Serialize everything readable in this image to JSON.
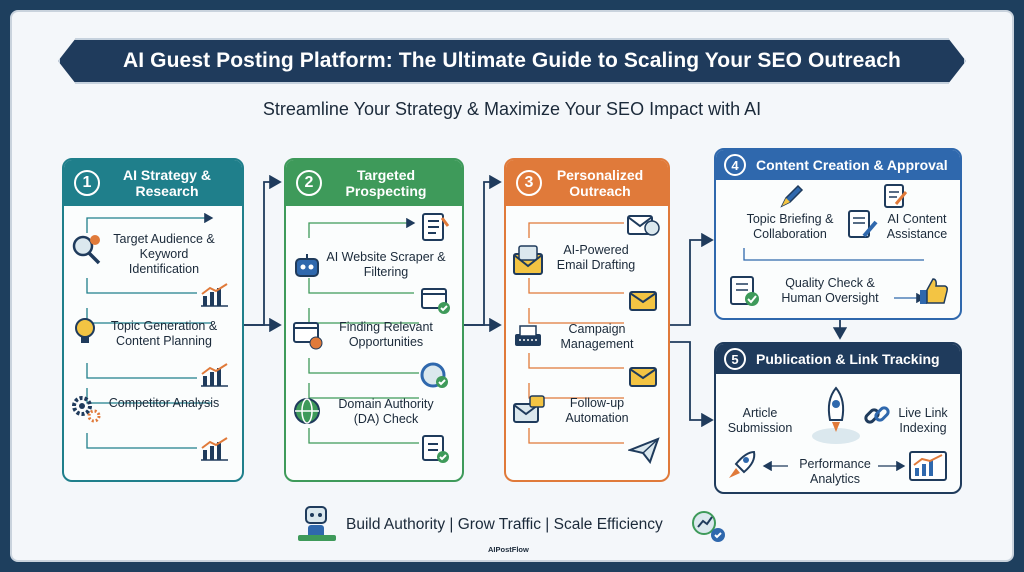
{
  "title": "AI Guest Posting Platform:  The Ultimate Guide to Scaling Your SEO Outreach",
  "subtitle": "Streamline Your Strategy & Maximize Your SEO Impact with AI",
  "steps": [
    {
      "num": "1",
      "title": "AI Strategy & Research",
      "color": "#1f7f8b",
      "items": [
        "Target Audience & Keyword Identification",
        "Topic Generation & Content Planning",
        "Competitor Analysis"
      ]
    },
    {
      "num": "2",
      "title": "Targeted Prospecting",
      "color": "#3e9a5a",
      "items": [
        "AI Website Scraper & Filtering",
        "Finding Relevant Opportunities",
        "Domain Authority (DA) Check"
      ]
    },
    {
      "num": "3",
      "title": "Personalized Outreach",
      "color": "#e07a3a",
      "items": [
        "AI-Powered Email Drafting",
        "Campaign Management",
        "Follow-up Automation"
      ]
    },
    {
      "num": "4",
      "title": "Content Creation & Approval",
      "color": "#2f68ad",
      "items": [
        "Topic Briefing & Collaboration",
        "AI Content Assistance",
        "Quality Check & Human Oversight"
      ]
    },
    {
      "num": "5",
      "title": "Publication & Link Tracking",
      "color": "#1f3b5c",
      "items": [
        "Article Submission",
        "Live Link Indexing",
        "Performance Analytics"
      ]
    }
  ],
  "footer": {
    "tagline": "Build Authority | Grow Traffic | Scale Efficiency",
    "brand": "AIPostFlow"
  }
}
